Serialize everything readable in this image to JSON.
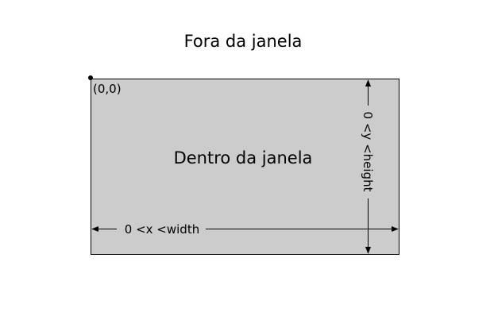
{
  "labels": {
    "outside": "Fora da janela",
    "inside": "Dentro da janela",
    "origin": "(0,0)",
    "x_range": "0 <x <width",
    "y_range": "0 <y <height"
  },
  "colors": {
    "window_fill": "#cccccc",
    "stroke": "#000000",
    "background": "#ffffff"
  }
}
